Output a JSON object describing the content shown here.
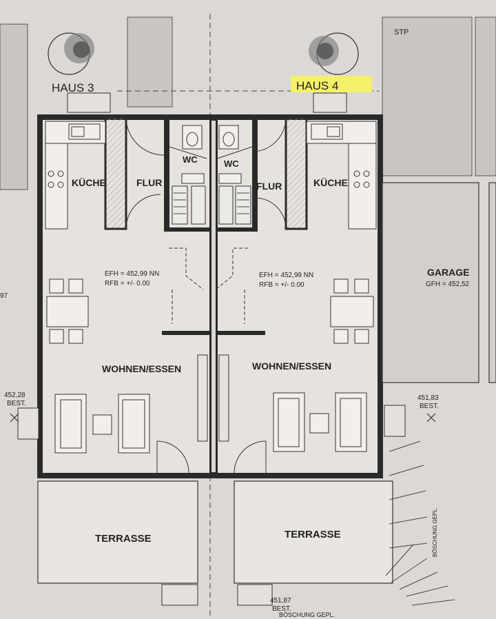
{
  "colors": {
    "paper": "#dcd9d5",
    "wall": "#2a2a2a",
    "hatch": "#bdb9b4",
    "highlight": "#f3f06a",
    "line": "#333333"
  },
  "haus3": {
    "title": "HAUS 3",
    "kitchen": "KÜCHE",
    "hall": "FLUR",
    "wc": "WC",
    "living": "WOHNEN/ESSEN",
    "efh": "EFH = 452,99 NN",
    "rfb": "RFB = +/- 0.00",
    "terrace": "TERRASSE"
  },
  "haus4": {
    "title": "HAUS 4",
    "kitchen": "KÜCHE",
    "hall": "FLUR",
    "wc": "WC",
    "living": "WOHNEN/ESSEN",
    "efh": "EFH = 452,99 NN",
    "rfb": "RFB = +/- 0.00",
    "terrace": "TERRASSE"
  },
  "garage": {
    "label": "GARAGE",
    "gfh": "GFH = 452,52",
    "stp": "STP"
  },
  "spot_heights": {
    "left_upper": "97",
    "left_level": "452,28",
    "left_bestand": "BEST.",
    "right_level": "451,83",
    "right_bestand": "BEST.",
    "bottom_level": "451,87",
    "bottom_bestand": "BEST."
  },
  "slope": {
    "right": "BÖSCHUNG GEPL.",
    "bottom": "BÖSCHUNG GEPL."
  }
}
